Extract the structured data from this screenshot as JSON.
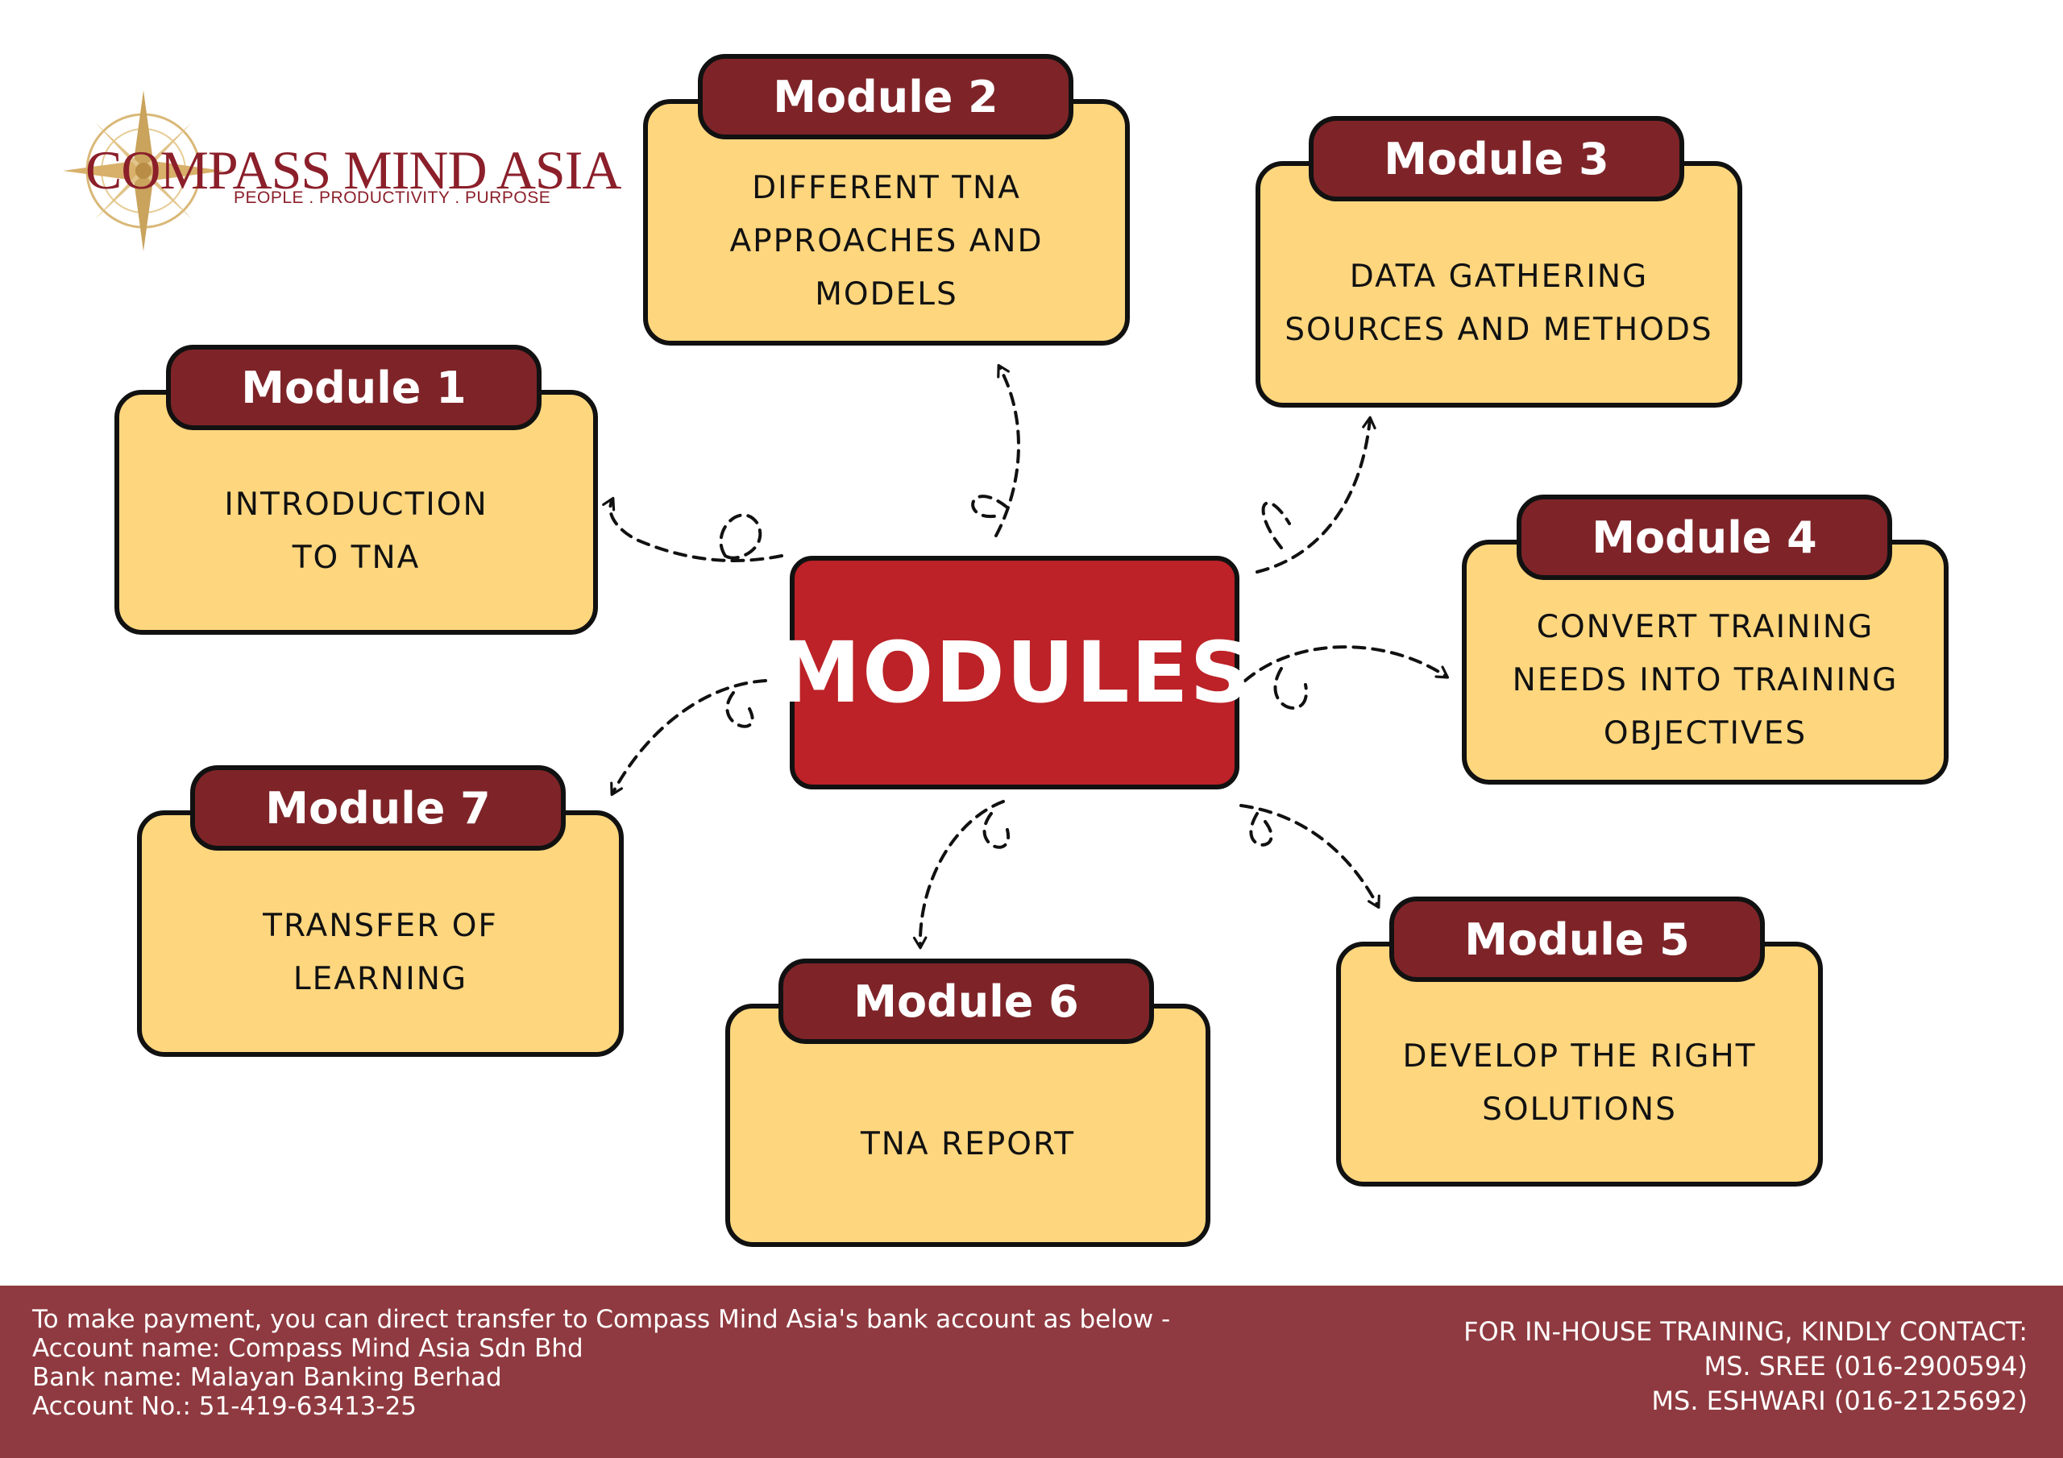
{
  "logo": {
    "name": "COMPASS MIND ASIA",
    "tagline": "PEOPLE . PRODUCTIVITY . PURPOSE"
  },
  "center": {
    "label": "MODULES"
  },
  "modules": [
    {
      "title": "Module 1",
      "description": "INTRODUCTION\nTO TNA"
    },
    {
      "title": "Module 2",
      "description": "DIFFERENT TNA\nAPPROACHES AND MODELS"
    },
    {
      "title": "Module 3",
      "description": "DATA GATHERING\nSOURCES AND METHODS"
    },
    {
      "title": "Module 4",
      "description": "CONVERT TRAINING\nNEEDS INTO TRAINING\nOBJECTIVES"
    },
    {
      "title": "Module 5",
      "description": "DEVELOP THE RIGHT\nSOLUTIONS"
    },
    {
      "title": "Module 6",
      "description": "TNA REPORT"
    },
    {
      "title": "Module 7",
      "description": "TRANSFER OF\nLEARNING"
    }
  ],
  "footer": {
    "payment_lines": [
      "To make payment, you can direct transfer to Compass Mind Asia's bank account as below -",
      "Account name: Compass Mind Asia Sdn Bhd",
      "Bank name: Malayan Banking Berhad",
      "Account No.: 51-419-63413-25"
    ],
    "contact_lines": [
      "FOR IN-HOUSE TRAINING, KINDLY CONTACT:",
      "MS. SREE (016-2900594)",
      "MS. ESHWARI (016-2125692)"
    ]
  },
  "colors": {
    "card_fill": "#fdd67e",
    "tab_fill": "#7e2428",
    "center_fill": "#bc2227",
    "footer_fill": "#8f3a40",
    "outline": "#111111",
    "brand": "#8b1f2a"
  }
}
